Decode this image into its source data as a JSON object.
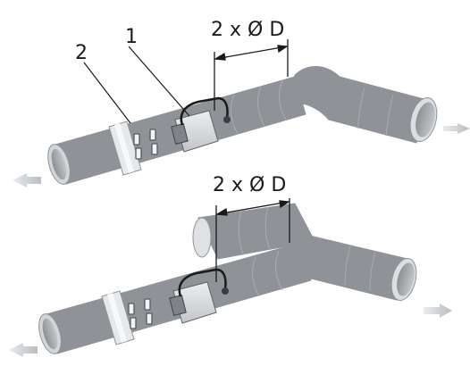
{
  "labels": {
    "dimension_top": "2 x Ø D",
    "dimension_bottom": "2 x Ø D",
    "callout_1": "1",
    "callout_2": "2"
  },
  "colors": {
    "pipe_dark": "#9a9ea3",
    "pipe_mid": "#c9ccd0",
    "pipe_light": "#eef0f2",
    "arrow": "#cfd2d6",
    "line": "#1a1a1a",
    "sensor_box": "#dfe1e4",
    "cable": "#1a1a1a"
  },
  "icons": [
    "airflow-arrow-icon",
    "sensor-unit-icon",
    "clamp-icon"
  ]
}
